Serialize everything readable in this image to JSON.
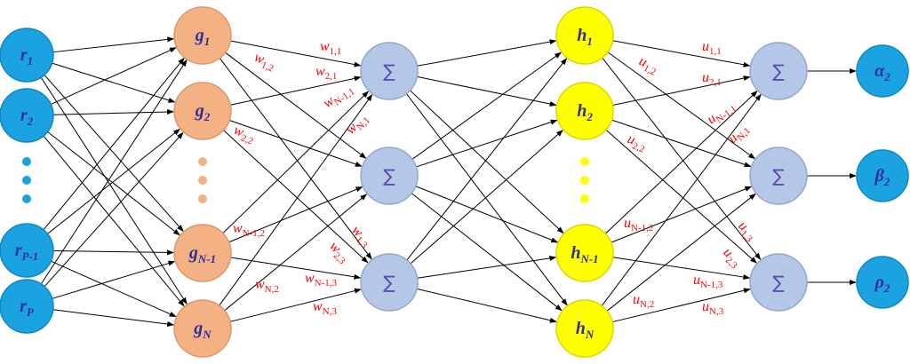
{
  "colors": {
    "input": "#1aa3e0",
    "input_stroke": "#1288c0",
    "g_layer": "#f4b183",
    "g_stroke": "#d99a6c",
    "sum": "#b4c7e7",
    "sum_stroke": "#94a8cc",
    "h_layer": "#ffff00",
    "h_stroke": "#d8d800",
    "output": "#1aa3e0"
  },
  "input_nodes": [
    {
      "base": "r",
      "sub": "1"
    },
    {
      "base": "r",
      "sub": "2"
    },
    {
      "base": "r",
      "sub": "P-1"
    },
    {
      "base": "r",
      "sub": "P"
    }
  ],
  "g_nodes": [
    {
      "base": "g",
      "sub": "1"
    },
    {
      "base": "g",
      "sub": "2"
    },
    {
      "base": "g",
      "sub": "N-1"
    },
    {
      "base": "g",
      "sub": "N"
    }
  ],
  "sum1_nodes": [
    "∑",
    "∑",
    "∑"
  ],
  "h_nodes": [
    {
      "base": "h",
      "sub": "1"
    },
    {
      "base": "h",
      "sub": "2"
    },
    {
      "base": "h",
      "sub": "N-1"
    },
    {
      "base": "h",
      "sub": "N"
    }
  ],
  "sum2_nodes": [
    "∑",
    "∑",
    "∑"
  ],
  "output_nodes": [
    {
      "base": "α",
      "sub": "2"
    },
    {
      "base": "β",
      "sub": "2"
    },
    {
      "base": "ρ",
      "sub": "2"
    }
  ],
  "w_labels": [
    {
      "base": "w",
      "sub": "1,1"
    },
    {
      "base": "w",
      "sub": "1,2"
    },
    {
      "base": "w",
      "sub": "2,1"
    },
    {
      "base": "w",
      "sub": "N-1,1"
    },
    {
      "base": "w",
      "sub": "N,1"
    },
    {
      "base": "w",
      "sub": "2,2"
    },
    {
      "base": "w",
      "sub": "N-1,2"
    },
    {
      "base": "w",
      "sub": "1,3"
    },
    {
      "base": "w",
      "sub": "2,3"
    },
    {
      "base": "w",
      "sub": "N,2"
    },
    {
      "base": "w",
      "sub": "N-1,3"
    },
    {
      "base": "w",
      "sub": "N,3"
    }
  ],
  "u_labels": [
    {
      "base": "u",
      "sub": "1,1"
    },
    {
      "base": "u",
      "sub": "1,2"
    },
    {
      "base": "u",
      "sub": "2,1"
    },
    {
      "base": "u",
      "sub": "N-1,1"
    },
    {
      "base": "u",
      "sub": "N,1"
    },
    {
      "base": "u",
      "sub": "2,2"
    },
    {
      "base": "u",
      "sub": "N-1,2"
    },
    {
      "base": "u",
      "sub": "1,3"
    },
    {
      "base": "u",
      "sub": "2,3"
    },
    {
      "base": "u",
      "sub": "N-1,3"
    },
    {
      "base": "u",
      "sub": "N,2"
    },
    {
      "base": "u",
      "sub": "N,3"
    }
  ]
}
